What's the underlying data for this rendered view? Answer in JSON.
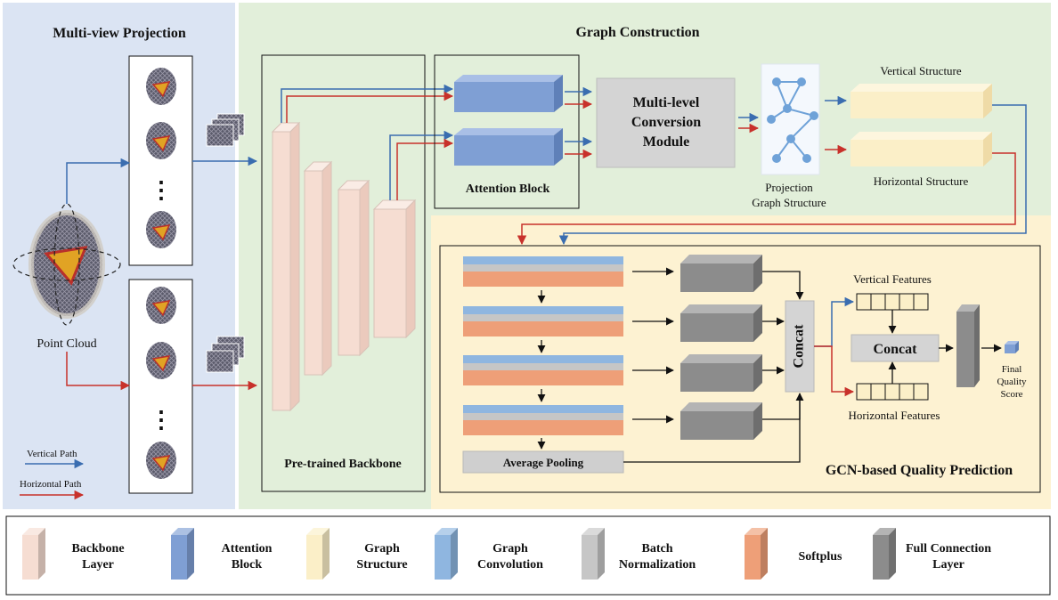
{
  "panels": {
    "multiview": "Multi-view Projection",
    "graph_construction": "Graph Construction",
    "gcn": "GCN-based Quality Prediction"
  },
  "labels": {
    "point_cloud": "Point Cloud",
    "dots": "⋮",
    "vertical_path": "Vertical Path",
    "horizontal_path": "Horizontal Path",
    "backbone": "Pre-trained Backbone",
    "attention_block": "Attention Block",
    "mlc_line1": "Multi-level",
    "mlc_line2": "Conversion",
    "mlc_line3": "Module",
    "proj_line1": "Projection",
    "proj_line2": "Graph Structure",
    "vertical_structure": "Vertical Structure",
    "horizontal_structure": "Horizontal Structure",
    "average_pooling": "Average Pooling",
    "concat_vertical": "Concat",
    "concat": "Concat",
    "vertical_features": "Vertical Features",
    "horizontal_features": "Horizontal Features",
    "final_line1": "Final",
    "final_line2": "Quality",
    "final_line3": "Score"
  },
  "legend": [
    {
      "line1": "Backbone",
      "line2": "Layer",
      "color": "#f6ddd2"
    },
    {
      "line1": "Attention",
      "line2": "Block",
      "color": "#7f9fd4"
    },
    {
      "line1": "Graph",
      "line2": "Structure",
      "color": "#fbefc8"
    },
    {
      "line1": "Graph",
      "line2": "Convolution",
      "color": "#8fb6e0"
    },
    {
      "line1": "Batch",
      "line2": "Normalization",
      "color": "#c6c6c6"
    },
    {
      "line1": "Softplus",
      "line2": "",
      "color": "#ee9f78"
    },
    {
      "line1": "Full Connection",
      "line2": "Layer",
      "color": "#8c8c8c"
    }
  ],
  "colors": {
    "vertical_arrow": "#3a6db0",
    "horizontal_arrow": "#c8312b",
    "panel_blue": "#dbe4f3",
    "panel_green": "#e2efda",
    "panel_yellow": "#fdf2d2"
  }
}
